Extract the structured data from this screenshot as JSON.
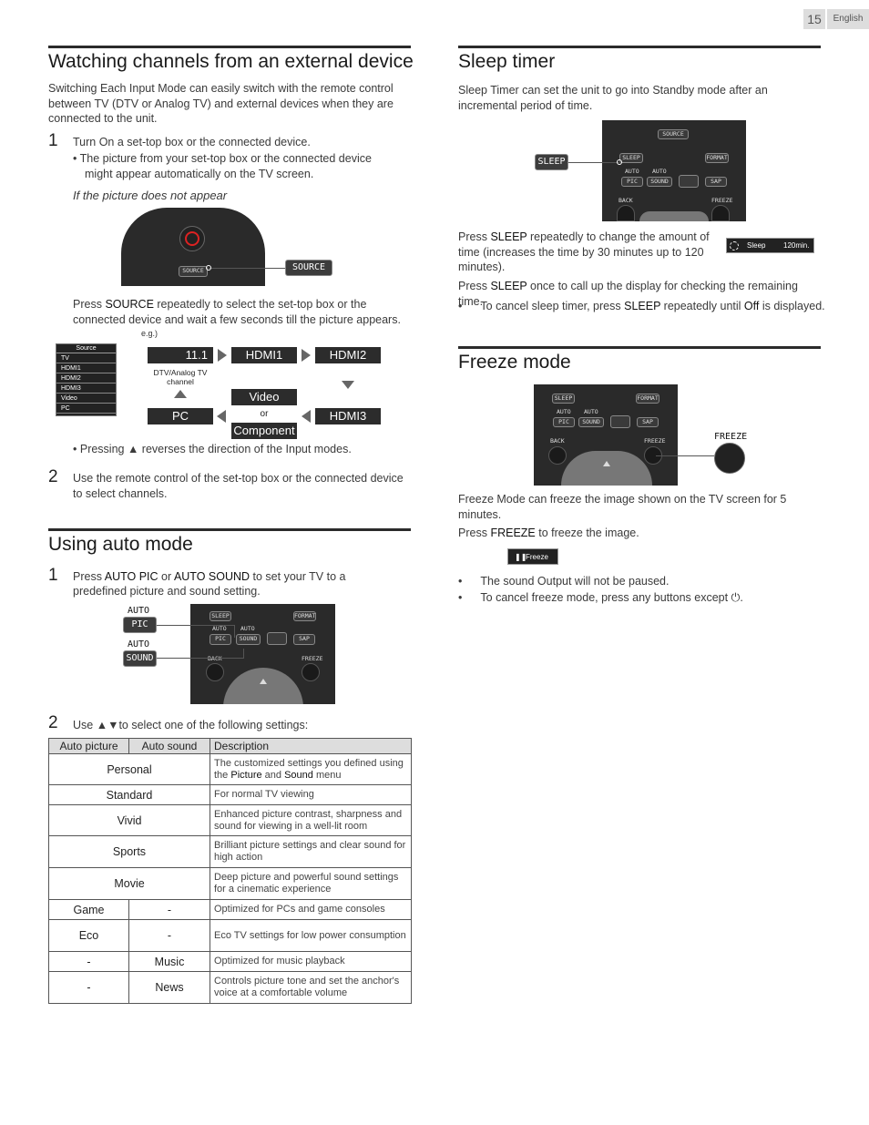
{
  "header": {
    "page_number": "15",
    "language": "English"
  },
  "left": {
    "external": {
      "title": "Watching channels from an external device",
      "intro": "Switching Each Input Mode can easily switch with the remote control between TV (DTV or Analog TV) and external devices when they are connected to the unit.",
      "step1_num": "1",
      "step1_text": "Turn On a set-top box or the connected device.",
      "step1_bullet_line1": "The picture from your set-top box or the connected device",
      "step1_bullet_line2": "might appear automatically on the TV screen.",
      "if_not": "If the picture does not appear",
      "source_button": "SOURCE",
      "source_callout": "SOURCE",
      "press_prefix": "Press ",
      "press_key": "SOURCE",
      "press_suffix_line1": " repeatedly to select the set-top box or the",
      "press_line2": "connected device and wait a few seconds till the picture appears.",
      "eg": "e.g.)",
      "menu_title": "Source",
      "menu_items": [
        "TV",
        "HDMI1",
        "HDMI2",
        "HDMI3",
        "Video",
        "PC"
      ],
      "flow": {
        "channel": "11.1",
        "hdmi1": "HDMI1",
        "hdmi2": "HDMI2",
        "dtv_label_line1": "DTV/Analog TV",
        "dtv_label_line2": "channel",
        "video": "Video",
        "or": "or",
        "component": "Component",
        "pc": "PC",
        "hdmi3": "HDMI3"
      },
      "bullet_reverse": "Pressing ▲ reverses the direction of the Input modes.",
      "step2_num": "2",
      "step2_text": "Use the remote control of the set-top box or the connected device to select channels."
    },
    "auto": {
      "title": "Using auto mode",
      "step1_num": "1",
      "step1_press": "Press ",
      "step1_key1": "AUTO PIC",
      "step1_or": " or ",
      "step1_key2": "AUTO SOUND",
      "step1_rest": " to set your TV to a",
      "step1_line2": "predefined picture and sound setting.",
      "callout_auto1": "AUTO",
      "callout_pic": "PIC",
      "callout_auto2": "AUTO",
      "callout_sound": "SOUND",
      "step2_num": "2",
      "step2_text": "Use ▲▼to select one of the following settings:",
      "table": {
        "headers": [
          "Auto picture",
          "Auto sound",
          "Description"
        ],
        "rows": [
          {
            "picture": "Personal",
            "sound": "",
            "desc_pre": "The customized settings you defined using the ",
            "desc_k1": "Picture",
            "desc_mid": " and ",
            "desc_k2": "Sound",
            "desc_post": " menu"
          },
          {
            "picture": "Standard",
            "sound": "",
            "desc": "For normal TV viewing"
          },
          {
            "picture": "Vivid",
            "sound": "",
            "desc": "Enhanced picture contrast, sharpness and sound for viewing in a well-lit room"
          },
          {
            "picture": "Sports",
            "sound": "",
            "desc": "Brilliant picture settings and clear sound for high action"
          },
          {
            "picture": "Movie",
            "sound": "",
            "desc": "Deep picture and powerful sound settings for a cinematic experience"
          },
          {
            "picture": "Game",
            "sound": "-",
            "desc": "Optimized for PCs and game consoles"
          },
          {
            "picture": "Eco",
            "sound": "-",
            "desc": "Eco TV settings for low power consumption"
          },
          {
            "picture": "-",
            "sound": "Music",
            "desc": "Optimized for music playback"
          },
          {
            "picture": "-",
            "sound": "News",
            "desc": "Controls picture tone and set the anchor's voice at a comfortable volume"
          }
        ]
      }
    }
  },
  "right": {
    "sleep": {
      "title": "Sleep timer",
      "intro": "Sleep Timer can set the unit to go into Standby mode after an incremental period of time.",
      "callout": "SLEEP",
      "para1_pre": "Press ",
      "para1_key": "SLEEP",
      "para1_post": " repeatedly to change the amount of time (increases the time by 30 minutes up to 120 minutes).",
      "osd_label": "Sleep",
      "osd_value": "120min.",
      "para2_pre": "Press ",
      "para2_key": "SLEEP",
      "para2_post": " once to call up the display for checking the remaining time.",
      "bullet_pre": "To cancel sleep timer, press ",
      "bullet_key": "SLEEP",
      "bullet_mid": " repeatedly until ",
      "bullet_key2": "Off",
      "bullet_post": " is displayed."
    },
    "freeze": {
      "title": "Freeze mode",
      "callout": "FREEZE",
      "intro": "Freeze Mode can freeze the image shown on the TV screen for 5 minutes.",
      "press_pre": "Press ",
      "press_key": "FREEZE",
      "press_post": " to freeze the image.",
      "osd_label": "Freeze",
      "bullet1": "The sound Output will not be paused.",
      "bullet2": "To cancel freeze mode, press any buttons except ⏻."
    }
  },
  "remote_labels": {
    "source": "SOURCE",
    "sleep": "SLEEP",
    "format": "FORMAT",
    "auto": "AUTO",
    "pic": "PIC",
    "sound": "SOUND",
    "sap": "SAP",
    "back": "BACK",
    "freeze": "FREEZE"
  }
}
